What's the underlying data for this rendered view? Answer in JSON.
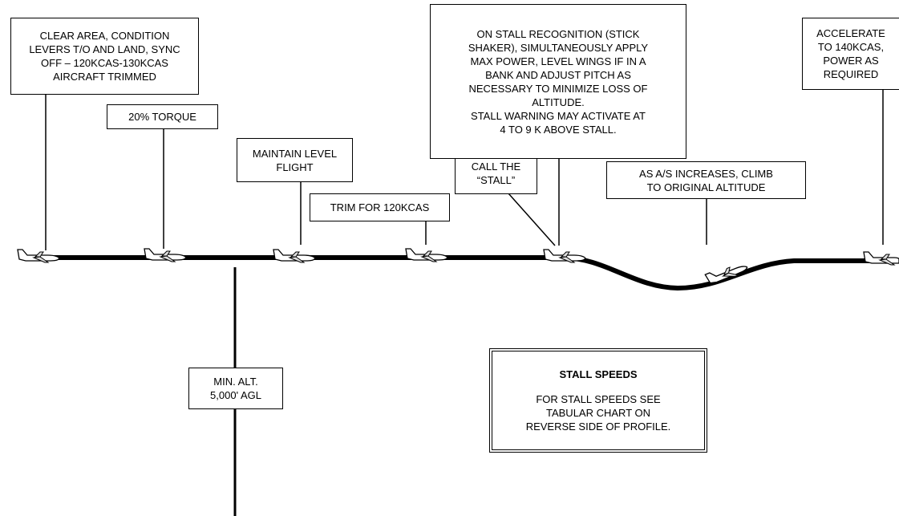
{
  "diagram": {
    "steps": [
      {
        "id": "clear-area",
        "lines": [
          "CLEAR AREA, CONDITION",
          "LEVERS T/O AND LAND, SYNC",
          "OFF – 120KCAS-130KCAS",
          "AIRCRAFT TRIMMED"
        ]
      },
      {
        "id": "torque",
        "lines": [
          "20% TORQUE"
        ]
      },
      {
        "id": "maintain-level",
        "lines": [
          "MAINTAIN LEVEL",
          "FLIGHT"
        ]
      },
      {
        "id": "trim",
        "lines": [
          "TRIM FOR 120KCAS"
        ]
      },
      {
        "id": "call-stall",
        "lines": [
          "CALL THE",
          "“STALL”"
        ]
      },
      {
        "id": "stall-recognition",
        "lines": [
          "ON STALL RECOGNITION (STICK",
          "SHAKER), SIMULTANEOUSLY APPLY",
          "MAX POWER, LEVEL WINGS IF IN A",
          "BANK AND ADJUST PITCH AS",
          "NECESSARY TO MINIMIZE LOSS OF",
          "ALTITUDE.",
          "STALL WARNING MAY ACTIVATE AT",
          "4 TO 9 K ABOVE STALL."
        ]
      },
      {
        "id": "climb",
        "lines": [
          "AS A/S INCREASES, CLIMB",
          "TO ORIGINAL ALTITUDE"
        ]
      },
      {
        "id": "accelerate",
        "lines": [
          "ACCELERATE",
          "TO 140KCAS,",
          "POWER AS",
          "REQUIRED"
        ]
      }
    ],
    "min_alt": {
      "lines": [
        "MIN. ALT.",
        "5,000' AGL"
      ]
    },
    "stall_speeds": {
      "title": "STALL SPEEDS",
      "lines": [
        "FOR STALL SPEEDS SEE",
        "TABULAR  CHART ON",
        "REVERSE SIDE OF PROFILE."
      ]
    },
    "icons": {
      "aircraft": "aircraft-icon"
    }
  }
}
